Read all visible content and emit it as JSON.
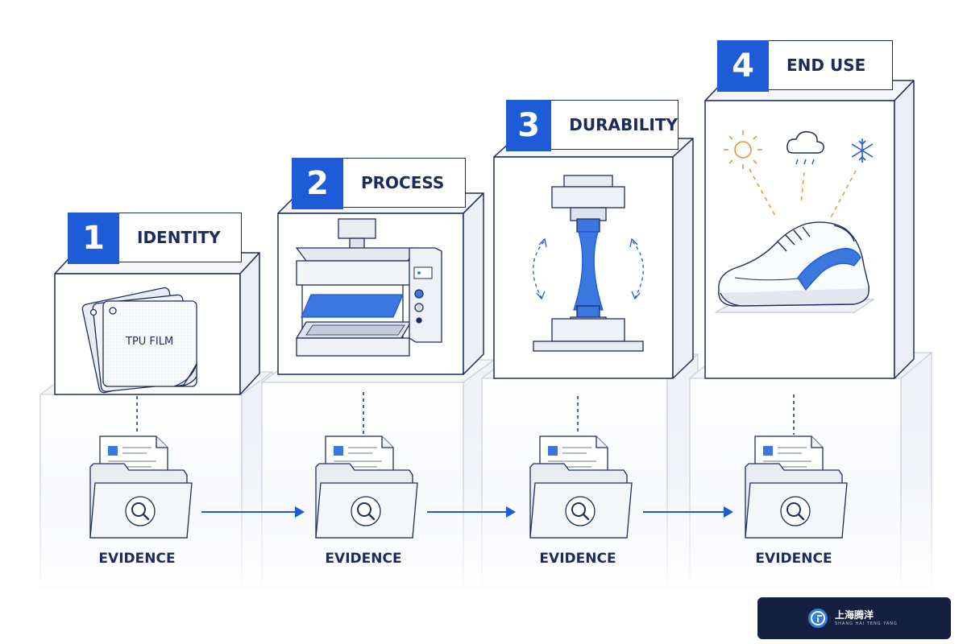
{
  "steps": [
    {
      "number": "1",
      "title": "IDENTITY",
      "evidence": "EVIDENCE",
      "icon": "tpu-film-icon"
    },
    {
      "number": "2",
      "title": "PROCESS",
      "evidence": "EVIDENCE",
      "icon": "heat-press-icon"
    },
    {
      "number": "3",
      "title": "DURABILITY",
      "evidence": "EVIDENCE",
      "icon": "tensile-tester-icon"
    },
    {
      "number": "4",
      "title": "END USE",
      "evidence": "EVIDENCE",
      "icon": "sneaker-icon"
    }
  ],
  "film_label": "TPU FILM",
  "weather_icons": [
    "sun-icon",
    "rain-cloud-icon",
    "snowflake-icon"
  ],
  "brand": {
    "name_cn": "上海腾洋",
    "name_en": "SHANG HAI TENG YANG"
  },
  "colors": {
    "accent": "#1e5bd6",
    "navy": "#1b2b5e",
    "orange": "#f0913a",
    "brand_bg": "#13203f"
  }
}
